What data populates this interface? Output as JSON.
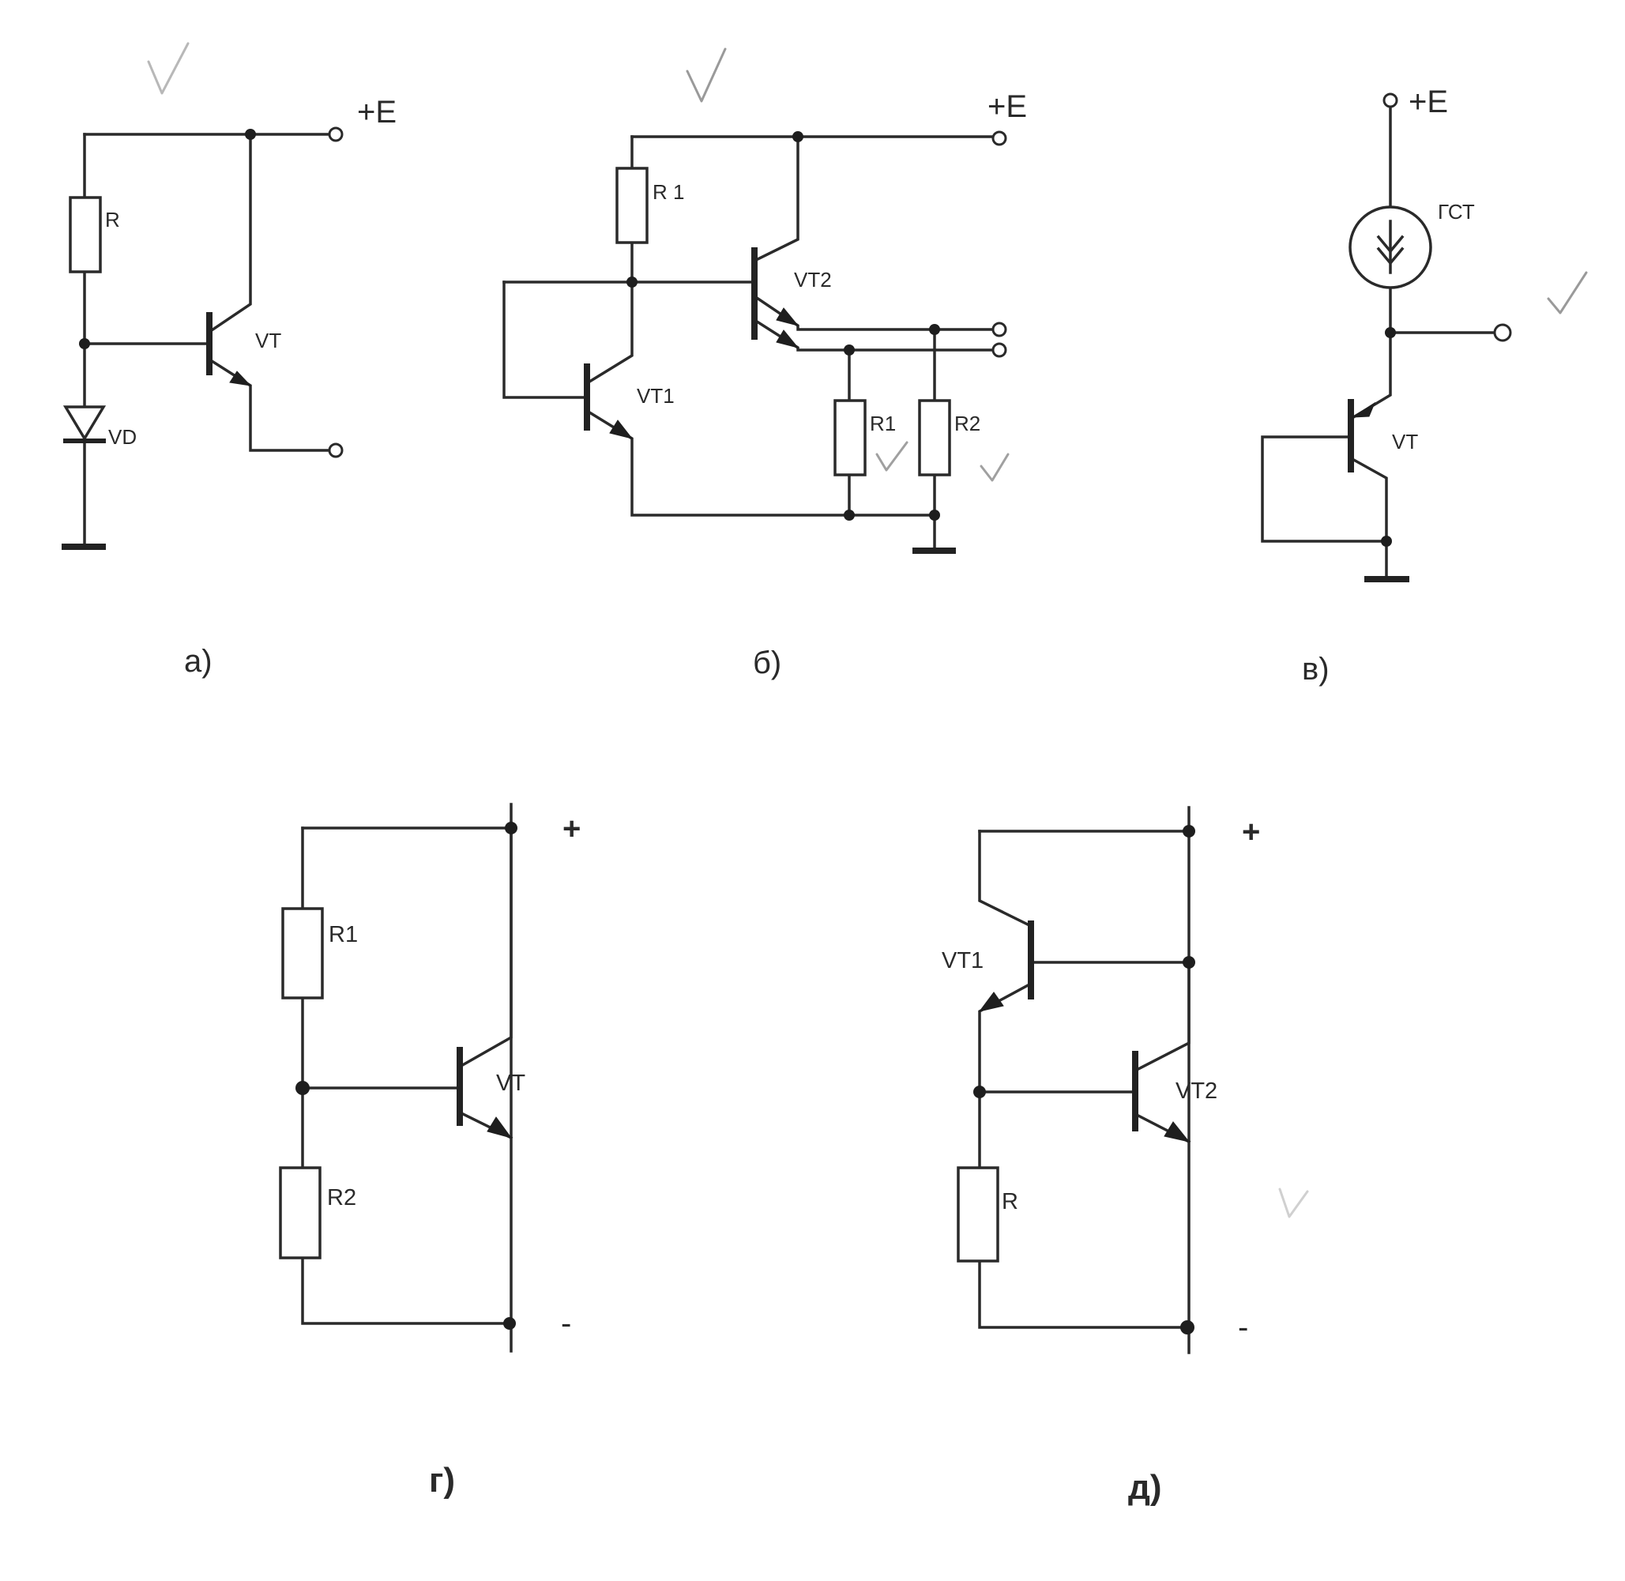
{
  "figure_a": {
    "caption": "а)",
    "supply": "+E",
    "resistor": "R",
    "diode": "VD",
    "transistor": "VT"
  },
  "figure_b": {
    "caption": "б)",
    "supply": "+E",
    "r_top": "R 1",
    "transistor_1": "VT1",
    "transistor_2": "VT2",
    "load_1": "R1",
    "load_2": "R2"
  },
  "figure_v": {
    "caption": "в)",
    "supply": "+E",
    "current_source": "ГСТ",
    "transistor": "VT"
  },
  "figure_g": {
    "caption": "г)",
    "plus": "+",
    "minus": "-",
    "r_top": "R1",
    "r_bottom": "R2",
    "transistor": "VT"
  },
  "figure_d": {
    "caption": "д)",
    "plus": "+",
    "minus": "-",
    "resistor": "R",
    "transistor_1": "VT1",
    "transistor_2": "VT2"
  }
}
